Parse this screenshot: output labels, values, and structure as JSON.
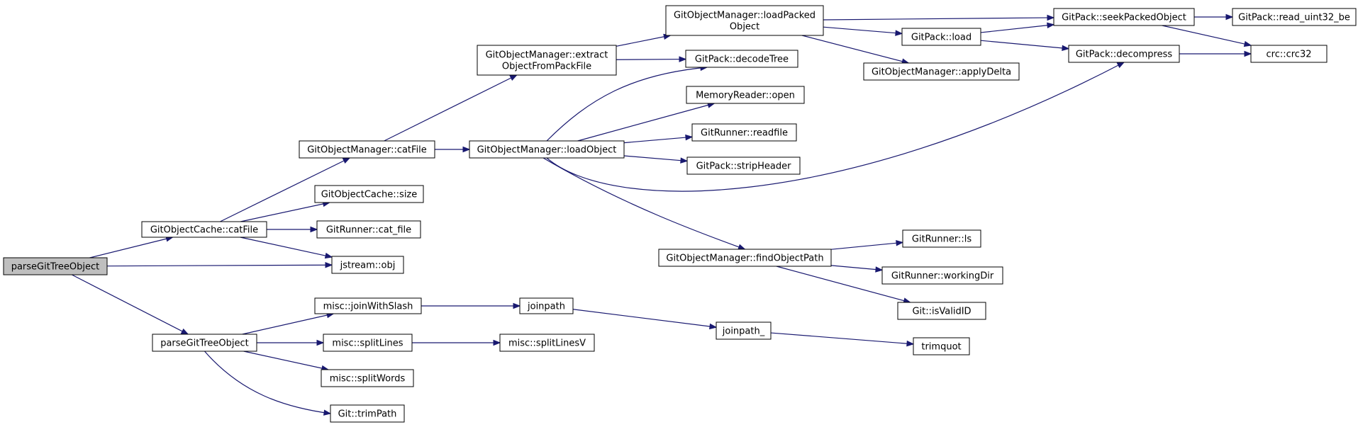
{
  "nodes": [
    {
      "id": "root",
      "lines": [
        "parseGitTreeObject"
      ],
      "root": true
    },
    {
      "id": "cache_catfile",
      "lines": [
        "GitObjectCache::catFile"
      ]
    },
    {
      "id": "parse2",
      "lines": [
        "parseGitTreeObject"
      ]
    },
    {
      "id": "mgr_catfile",
      "lines": [
        "GitObjectManager::catFile"
      ]
    },
    {
      "id": "cache_size",
      "lines": [
        "GitObjectCache::size"
      ]
    },
    {
      "id": "runner_catfile",
      "lines": [
        "GitRunner::cat_file"
      ]
    },
    {
      "id": "jstream_obj",
      "lines": [
        "jstream::obj"
      ]
    },
    {
      "id": "join_slash",
      "lines": [
        "misc::joinWithSlash"
      ]
    },
    {
      "id": "split_lines",
      "lines": [
        "misc::splitLines"
      ]
    },
    {
      "id": "split_words",
      "lines": [
        "misc::splitWords"
      ]
    },
    {
      "id": "trim_path",
      "lines": [
        "Git::trimPath"
      ]
    },
    {
      "id": "extract",
      "lines": [
        "GitObjectManager::extract",
        "ObjectFromPackFile"
      ]
    },
    {
      "id": "load_object",
      "lines": [
        "GitObjectManager::loadObject"
      ]
    },
    {
      "id": "joinpath",
      "lines": [
        "joinpath"
      ]
    },
    {
      "id": "split_lines_v",
      "lines": [
        "misc::splitLinesV"
      ]
    },
    {
      "id": "load_packed",
      "lines": [
        "GitObjectManager::loadPacked",
        "Object"
      ]
    },
    {
      "id": "decode_tree",
      "lines": [
        "GitPack::decodeTree"
      ]
    },
    {
      "id": "mem_open",
      "lines": [
        "MemoryReader::open"
      ]
    },
    {
      "id": "readfile",
      "lines": [
        "GitRunner::readfile"
      ]
    },
    {
      "id": "strip_header",
      "lines": [
        "GitPack::stripHeader"
      ]
    },
    {
      "id": "find_path",
      "lines": [
        "GitObjectManager::findObjectPath"
      ]
    },
    {
      "id": "joinpath_",
      "lines": [
        "joinpath_"
      ]
    },
    {
      "id": "pack_load",
      "lines": [
        "GitPack::load"
      ]
    },
    {
      "id": "apply_delta",
      "lines": [
        "GitObjectManager::applyDelta"
      ]
    },
    {
      "id": "runner_ls",
      "lines": [
        "GitRunner::ls"
      ]
    },
    {
      "id": "working_dir",
      "lines": [
        "GitRunner::workingDir"
      ]
    },
    {
      "id": "is_valid_id",
      "lines": [
        "Git::isValidID"
      ]
    },
    {
      "id": "trimquot",
      "lines": [
        "trimquot"
      ]
    },
    {
      "id": "seek_packed",
      "lines": [
        "GitPack::seekPackedObject"
      ]
    },
    {
      "id": "decompress",
      "lines": [
        "GitPack::decompress"
      ]
    },
    {
      "id": "read_uint32",
      "lines": [
        "GitPack::read_uint32_be"
      ]
    },
    {
      "id": "crc32",
      "lines": [
        "crc::crc32"
      ]
    }
  ],
  "edges": [
    [
      "root",
      "cache_catfile"
    ],
    [
      "root",
      "jstream_obj"
    ],
    [
      "root",
      "parse2"
    ],
    [
      "cache_catfile",
      "mgr_catfile"
    ],
    [
      "cache_catfile",
      "cache_size"
    ],
    [
      "cache_catfile",
      "runner_catfile"
    ],
    [
      "cache_catfile",
      "jstream_obj"
    ],
    [
      "parse2",
      "join_slash"
    ],
    [
      "parse2",
      "split_lines"
    ],
    [
      "parse2",
      "split_words"
    ],
    [
      "parse2",
      "trim_path"
    ],
    [
      "mgr_catfile",
      "extract"
    ],
    [
      "mgr_catfile",
      "load_object"
    ],
    [
      "extract",
      "load_packed"
    ],
    [
      "extract",
      "decode_tree"
    ],
    [
      "load_object",
      "decode_tree"
    ],
    [
      "load_object",
      "mem_open"
    ],
    [
      "load_object",
      "readfile"
    ],
    [
      "load_object",
      "strip_header"
    ],
    [
      "load_object",
      "decompress"
    ],
    [
      "load_object",
      "find_path"
    ],
    [
      "join_slash",
      "joinpath"
    ],
    [
      "joinpath",
      "joinpath_"
    ],
    [
      "joinpath_",
      "trimquot"
    ],
    [
      "split_lines",
      "split_lines_v"
    ],
    [
      "load_packed",
      "seek_packed"
    ],
    [
      "load_packed",
      "pack_load"
    ],
    [
      "load_packed",
      "apply_delta"
    ],
    [
      "pack_load",
      "seek_packed"
    ],
    [
      "pack_load",
      "decompress"
    ],
    [
      "seek_packed",
      "read_uint32"
    ],
    [
      "seek_packed",
      "crc32"
    ],
    [
      "decompress",
      "crc32"
    ],
    [
      "find_path",
      "runner_ls"
    ],
    [
      "find_path",
      "working_dir"
    ],
    [
      "find_path",
      "is_valid_id"
    ]
  ]
}
